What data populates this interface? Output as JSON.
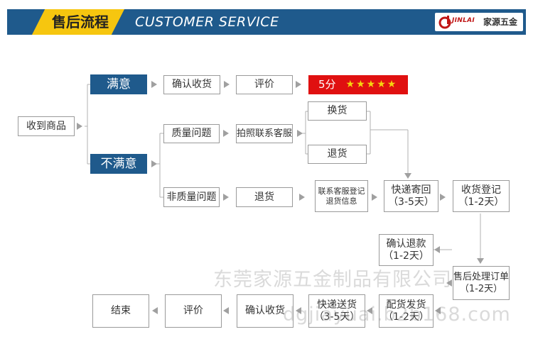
{
  "header": {
    "title": "售后流程",
    "subtitle": "CUSTOMER SERVICE",
    "brand_latin": "JINLAI",
    "brand_cn": "家源五金"
  },
  "nodes": {
    "received": "收到商品",
    "satisfied": "满意",
    "unsatisfied": "不满意",
    "confirm_receipt_top": "确认收货",
    "review_top": "评价",
    "score": "5分",
    "stars": "★★★★★",
    "quality_issue": "质量问题",
    "photo_contact": "拍照联系客服",
    "exchange": "换货",
    "return_top": "退货",
    "non_quality_issue": "非质量问题",
    "return_mid": "退货",
    "register_return_line1": "联系客服登记",
    "register_return_line2": "退货信息",
    "express_return_line1": "快递寄回",
    "express_return_line2": "（3-5天）",
    "receipt_register_line1": "收货登记",
    "receipt_register_line2": "（1-2天）",
    "confirm_refund_line1": "确认退款",
    "confirm_refund_line2": "（1-2天）",
    "after_sale_order_line1": "售后处理订单",
    "after_sale_order_line2": "（1-2天）",
    "ship_line1": "配货发货",
    "ship_line2": "（1-2天）",
    "express_deliver_line1": "快递送货",
    "express_deliver_line2": "（3-5天）",
    "confirm_receipt_bottom": "确认收货",
    "review_bottom": "评价",
    "end": "结束"
  },
  "watermark": {
    "company": "东莞家源五金制品有限公司",
    "url": "dgjiayuai.b2b168.com"
  },
  "colors": {
    "banner_blue": "#1f5a8c",
    "banner_yellow": "#f6c60f",
    "score_red": "#e01010",
    "line_gray": "#b0b0b0"
  }
}
